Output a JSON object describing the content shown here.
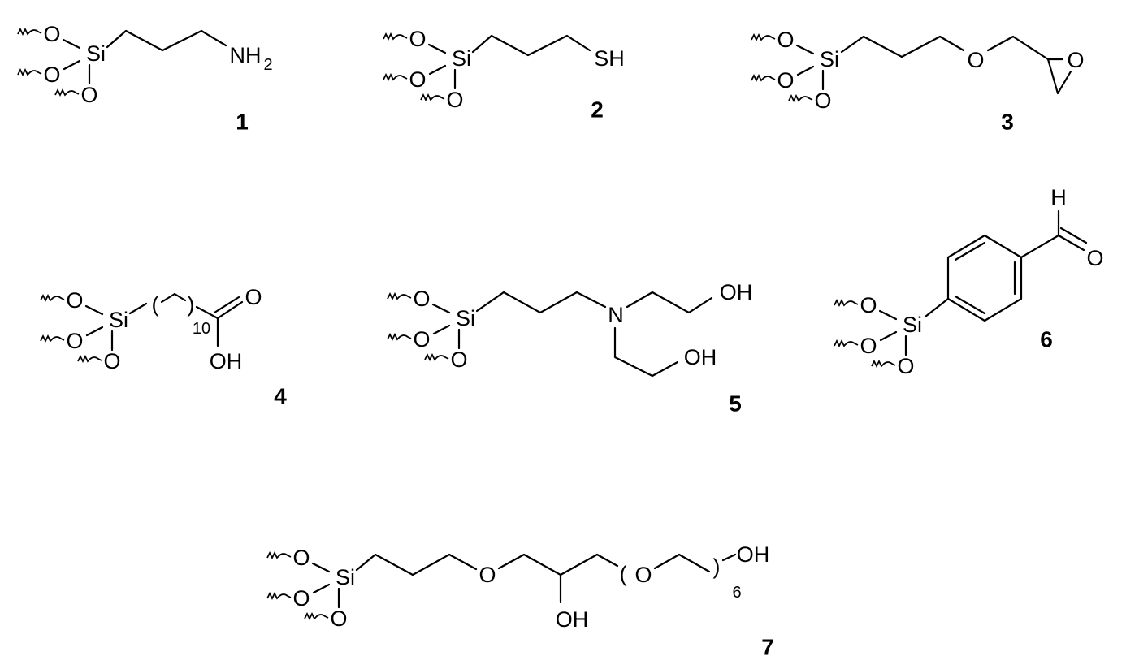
{
  "siloxy_head": {
    "silicon": "Si",
    "oxygen": "O"
  },
  "bracket_open": "(",
  "bracket_close": ")",
  "compounds": [
    {
      "number": "1",
      "terminal": "NH",
      "terminal_sub": "2"
    },
    {
      "number": "2",
      "terminal": "SH"
    },
    {
      "number": "3",
      "ether_o": "O",
      "epoxide_o": "O"
    },
    {
      "number": "4",
      "repeat_count": "10",
      "carbonyl_o": "O",
      "hydroxyl": "OH"
    },
    {
      "number": "5",
      "amine_n": "N",
      "hydroxyl_1": "OH",
      "hydroxyl_2": "OH"
    },
    {
      "number": "6",
      "aldehyde_h": "H",
      "aldehyde_o": "O"
    },
    {
      "number": "7",
      "ether_o": "O",
      "hydroxyl": "OH",
      "repeat_o": "O",
      "repeat_count": "6",
      "terminal": "OH"
    }
  ]
}
